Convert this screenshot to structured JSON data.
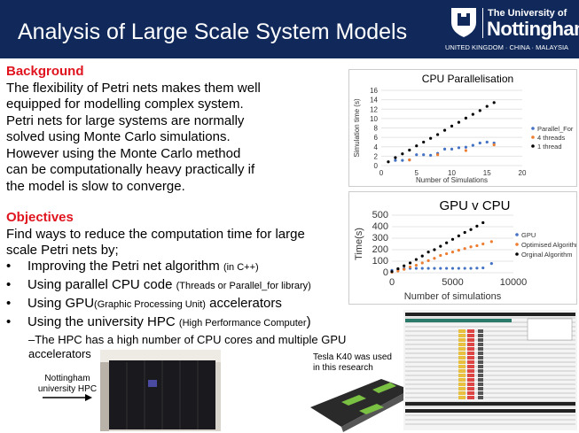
{
  "header": {
    "title": "Analysis of Large Scale System Models",
    "logo": {
      "line1": "The University of",
      "line2": "Nottingham",
      "tagline": "UNITED KINGDOM · CHINA · MALAYSIA"
    }
  },
  "background": {
    "heading": "Background",
    "lines": [
      "The flexibility of Petri nets makes them well",
      "equipped for modelling complex system.",
      "Petri nets for large systems are normally",
      "solved using Monte Carlo simulations.",
      "However using the Monte Carlo method",
      "can be computationally heavy practically if",
      "the model is slow to converge."
    ]
  },
  "objectives": {
    "heading": "Objectives",
    "lines": [
      "Find ways to reduce the computation time for large",
      "scale Petri nets by;"
    ],
    "bullets": [
      {
        "main": "Improving the Petri net algorithm ",
        "note": "(in C++)",
        "tail": ""
      },
      {
        "main": "Using parallel CPU code ",
        "note": "(Threads or Parallel_for library)",
        "tail": ""
      },
      {
        "main": "Using GPU",
        "note": "(Graphic Processing Unit)",
        "tail": " accelerators"
      },
      {
        "main": "Using the university HPC ",
        "note": "(High Performance Computer",
        "tail": ")"
      }
    ],
    "sub": [
      "–The HPC has a high number of CPU cores and multiple GPU",
      "accelerators"
    ]
  },
  "captions": {
    "hpc": [
      "Nottingham",
      "university HPC"
    ],
    "tesla": [
      "Tesla K40 was used",
      "in this research"
    ]
  },
  "chart_data": [
    {
      "type": "scatter",
      "title": "CPU Parallelisation",
      "xlabel": "Number of Simulations",
      "ylabel": "Simulation time (s)",
      "xlim": [
        0,
        20
      ],
      "ylim": [
        0,
        16
      ],
      "xticks": [
        0,
        5,
        10,
        15,
        20
      ],
      "yticks": [
        0,
        2,
        4,
        6,
        8,
        10,
        12,
        14,
        16
      ],
      "grid": true,
      "legend": "right",
      "series": [
        {
          "name": "Parallel_For",
          "color": "#4472c4",
          "x": [
            2,
            3,
            4,
            5,
            6,
            7,
            8,
            9,
            10,
            11,
            12,
            13,
            14,
            15,
            16
          ],
          "y": [
            1.1,
            1.1,
            1.2,
            2.3,
            2.3,
            2.2,
            2.6,
            3.5,
            3.5,
            3.8,
            3.9,
            4.3,
            4.8,
            5.0,
            4.8
          ]
        },
        {
          "name": "4 threads",
          "color": "#ed7d31",
          "x": [
            4,
            8,
            12,
            16
          ],
          "y": [
            1.2,
            2.3,
            3.2,
            4.4
          ]
        },
        {
          "name": "1 thread",
          "color": "#000000",
          "x": [
            1,
            2,
            3,
            4,
            5,
            6,
            7,
            8,
            9,
            10,
            11,
            12,
            13,
            14,
            15,
            16
          ],
          "y": [
            0.8,
            1.7,
            2.5,
            3.3,
            4.2,
            5.0,
            5.8,
            6.6,
            7.5,
            8.4,
            9.2,
            10.1,
            10.9,
            11.7,
            12.6,
            13.4
          ]
        }
      ]
    },
    {
      "type": "scatter",
      "title": "GPU v CPU",
      "xlabel": "Number of simulations",
      "ylabel": "Time(s)",
      "xlim": [
        0,
        10000
      ],
      "ylim": [
        0,
        500
      ],
      "xticks": [
        0,
        5000,
        10000
      ],
      "yticks": [
        0,
        100,
        200,
        300,
        400,
        500
      ],
      "grid": true,
      "legend": "right",
      "series": [
        {
          "name": "GPU",
          "color": "#4472c4",
          "x": [
            0,
            500,
            1000,
            1500,
            2000,
            2500,
            3000,
            3500,
            4000,
            4500,
            5000,
            5500,
            6000,
            6500,
            7000,
            7500,
            8200
          ],
          "y": [
            20,
            30,
            35,
            38,
            38,
            38,
            38,
            38,
            38,
            38,
            38,
            38,
            38,
            38,
            40,
            42,
            80
          ]
        },
        {
          "name": "Optimised Algorithm",
          "color": "#ed7d31",
          "x": [
            0,
            500,
            1000,
            1500,
            2000,
            2500,
            3000,
            3500,
            4000,
            4500,
            5000,
            5500,
            6000,
            6500,
            7000,
            7500,
            8200
          ],
          "y": [
            5,
            15,
            30,
            50,
            65,
            85,
            105,
            125,
            150,
            165,
            180,
            195,
            210,
            225,
            235,
            250,
            270
          ]
        },
        {
          "name": "Orginal Algorithm",
          "color": "#000000",
          "x": [
            0,
            500,
            1000,
            1500,
            2000,
            2500,
            3000,
            3500,
            4000,
            4500,
            5000,
            5500,
            6000,
            6500,
            7000,
            7500
          ],
          "y": [
            10,
            35,
            60,
            85,
            115,
            145,
            180,
            200,
            230,
            260,
            290,
            320,
            350,
            375,
            405,
            435
          ]
        }
      ]
    }
  ]
}
